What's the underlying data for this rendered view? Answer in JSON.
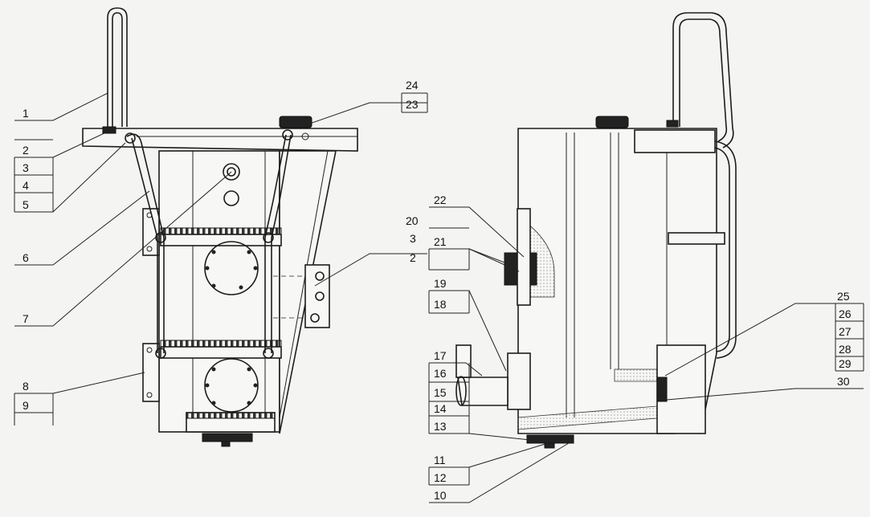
{
  "left_view_labels": [
    "1",
    "2",
    "3",
    "4",
    "5",
    "6",
    "7",
    "8",
    "9"
  ],
  "right_view_labels": [
    "24",
    "23",
    "22",
    "21",
    "20",
    "3",
    "2",
    "19",
    "18",
    "17",
    "16",
    "15",
    "14",
    "13",
    "11",
    "12",
    "10",
    "25",
    "26",
    "27",
    "28",
    "29",
    "30"
  ],
  "line_color": "#1c1c1c",
  "paper_color": "#f4f4f2"
}
